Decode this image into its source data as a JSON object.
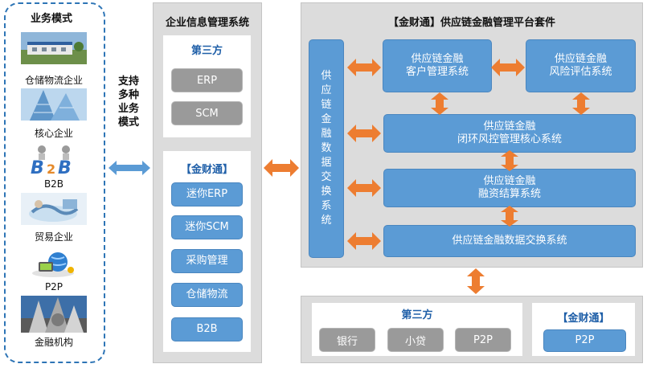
{
  "left_panel": {
    "title": "业务模式",
    "items": [
      {
        "label": "仓储物流企业",
        "icon": "warehouse-building-photo"
      },
      {
        "label": "核心企业",
        "icon": "glass-tower-photo"
      },
      {
        "label": "B2B",
        "icon": "b2b-logo-icon"
      },
      {
        "label": "贸易企业",
        "icon": "trade-handshake-photo"
      },
      {
        "label": "P2P",
        "icon": "p2p-globe-icon"
      },
      {
        "label": "金融机构",
        "icon": "financial-institution-photo"
      }
    ]
  },
  "support_text": [
    "支持",
    "多种",
    "业务",
    "模式"
  ],
  "enterprise_panel": {
    "title": "企业信息管理系统",
    "third_party": {
      "title": "第三方",
      "buttons": [
        "ERP",
        "SCM"
      ]
    },
    "jincaitong": {
      "title": "【金财通】",
      "buttons": [
        "迷你ERP",
        "迷你SCM",
        "采购管理",
        "仓储物流",
        "B2B"
      ]
    }
  },
  "platform": {
    "title": "【金财通】供应链金融管理平台套件",
    "exchange_vertical": "供应链金融数据交换系统",
    "customer_mgmt": "供应链金融\n客户管理系统",
    "risk_eval": "供应链金融\n风险评估系统",
    "risk_control": "供应链金融\n闭环风控管理核心系统",
    "settlement": "供应链金融\n融资结算系统",
    "data_exchange": "供应链金融数据交换系统"
  },
  "bottom": {
    "third_party": {
      "title": "第三方",
      "buttons": [
        "银行",
        "小贷",
        "P2P"
      ]
    },
    "jincaitong": {
      "title": "【金财通】",
      "buttons": [
        "P2P"
      ]
    }
  },
  "colors": {
    "orange_arrow": "#ed7d31",
    "blue_arrow": "#5b9bd5",
    "blue_box": "#5b9bd5",
    "gray_button": "#9a9a9a",
    "panel_gray": "#dcdcdc"
  }
}
